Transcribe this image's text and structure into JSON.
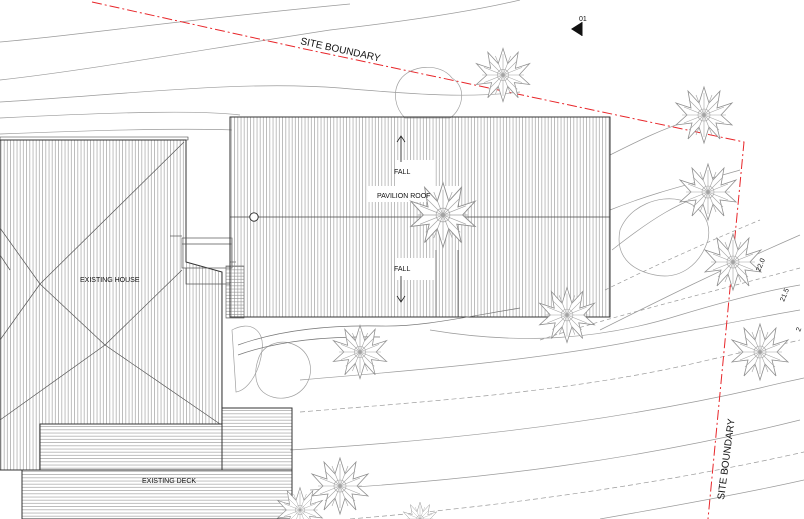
{
  "labels": {
    "site_boundary_top": "SITE BOUNDARY",
    "site_boundary_right": "SITE BOUNDARY",
    "north_marker": "01",
    "fall_top": "FALL",
    "pavilion_roof": "PAVILION ROOF",
    "fall_bottom": "FALL",
    "existing_house": "EXISTING HOUSE",
    "existing_deck": "EXISTING DECK",
    "contour_22": "22.0",
    "contour_215": "21.5",
    "contour_21": "2"
  },
  "colors": {
    "boundary": "#e8262a",
    "linework": "#555555",
    "hatch": "#8a8a8a",
    "tree": "#9a9a9a"
  }
}
